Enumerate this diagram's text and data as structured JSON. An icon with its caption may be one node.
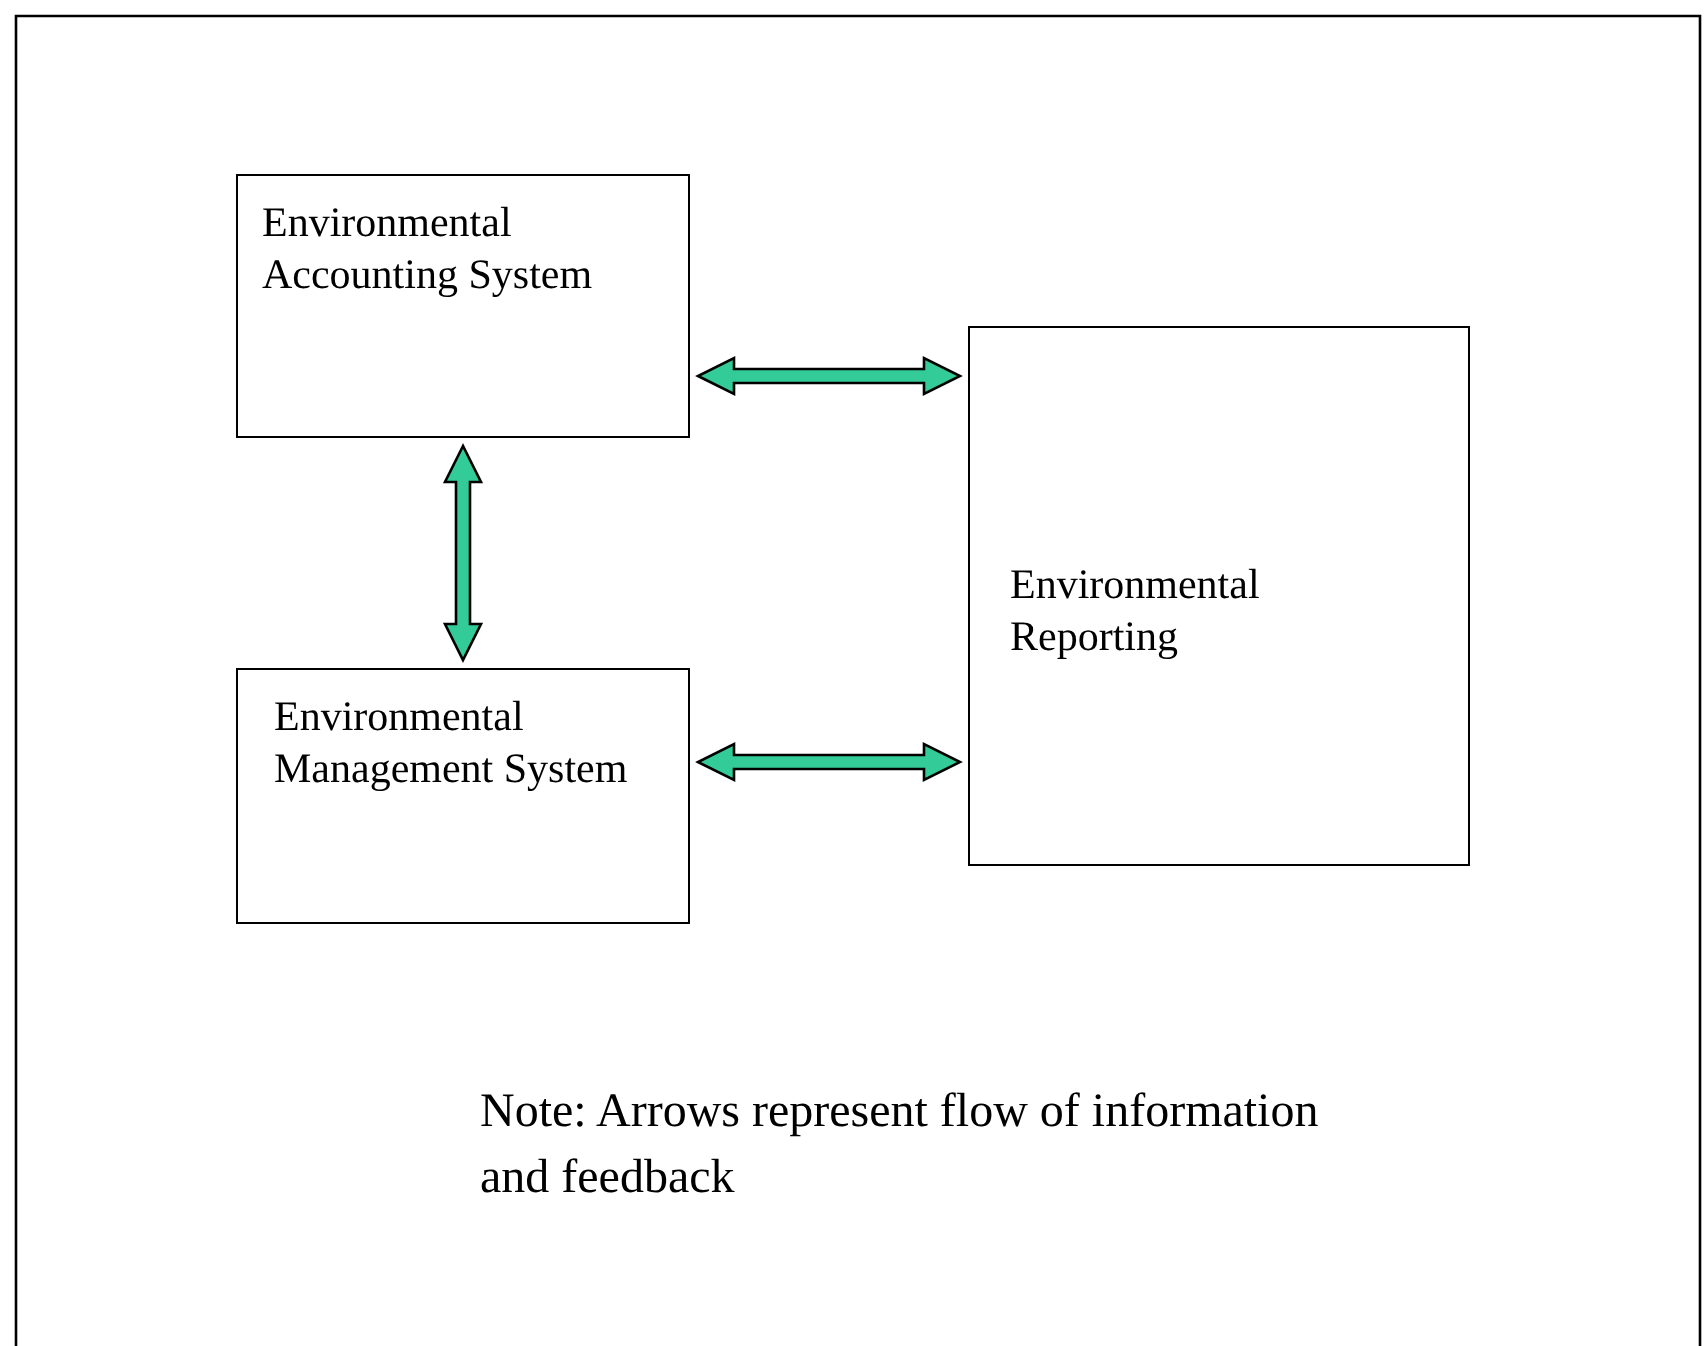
{
  "diagram": {
    "nodes": [
      {
        "text": [
          "Environmental Accounting System"
        ]
      },
      {
        "text": [
          "Environmental Management System"
        ]
      },
      {
        "text": [
          "Environmental Reporting"
        ]
      }
    ],
    "edges": [
      {
        "from": 0,
        "to": 2,
        "arrow": "both"
      },
      {
        "from": 0,
        "to": 1,
        "arrow": "both"
      },
      {
        "from": 1,
        "to": 2,
        "arrow": "both"
      }
    ],
    "labels": [
      "Note: Arrows represent flow of information and feedback"
    ]
  }
}
